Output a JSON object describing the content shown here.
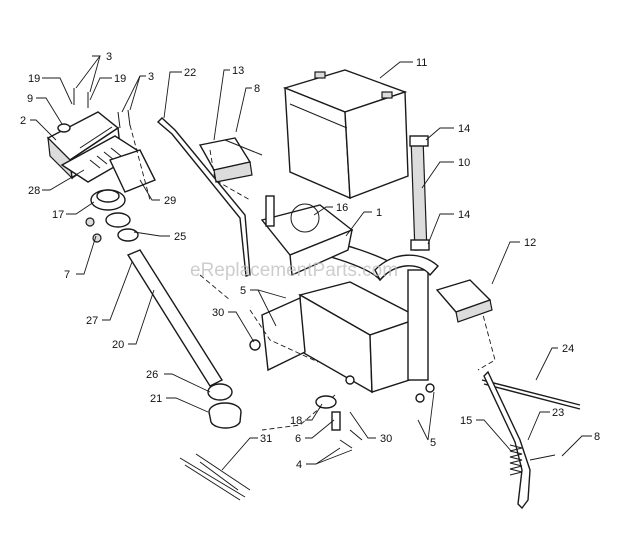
{
  "watermark": "eReplacementParts.com",
  "callouts": [
    {
      "id": "c3a",
      "label": "3"
    },
    {
      "id": "c19a",
      "label": "19"
    },
    {
      "id": "c19b",
      "label": "19"
    },
    {
      "id": "c9",
      "label": "9"
    },
    {
      "id": "c3b",
      "label": "3"
    },
    {
      "id": "c2",
      "label": "2"
    },
    {
      "id": "c28",
      "label": "28"
    },
    {
      "id": "c17",
      "label": "17"
    },
    {
      "id": "c29",
      "label": "29"
    },
    {
      "id": "c22",
      "label": "22"
    },
    {
      "id": "c13",
      "label": "13"
    },
    {
      "id": "c8a",
      "label": "8"
    },
    {
      "id": "c11",
      "label": "11"
    },
    {
      "id": "c14a",
      "label": "14"
    },
    {
      "id": "c10",
      "label": "10"
    },
    {
      "id": "c14b",
      "label": "14"
    },
    {
      "id": "c16",
      "label": "16"
    },
    {
      "id": "c1",
      "label": "1"
    },
    {
      "id": "c25",
      "label": "25"
    },
    {
      "id": "c7",
      "label": "7"
    },
    {
      "id": "c12",
      "label": "12"
    },
    {
      "id": "c5a",
      "label": "5"
    },
    {
      "id": "c30a",
      "label": "30"
    },
    {
      "id": "c27",
      "label": "27"
    },
    {
      "id": "c20",
      "label": "20"
    },
    {
      "id": "c24",
      "label": "24"
    },
    {
      "id": "c26",
      "label": "26"
    },
    {
      "id": "c21",
      "label": "21"
    },
    {
      "id": "c18",
      "label": "18"
    },
    {
      "id": "c6",
      "label": "6"
    },
    {
      "id": "c30b",
      "label": "30"
    },
    {
      "id": "c5b",
      "label": "5"
    },
    {
      "id": "c15",
      "label": "15"
    },
    {
      "id": "c23",
      "label": "23"
    },
    {
      "id": "c8b",
      "label": "8"
    },
    {
      "id": "c31",
      "label": "31"
    },
    {
      "id": "c4",
      "label": "4"
    }
  ]
}
